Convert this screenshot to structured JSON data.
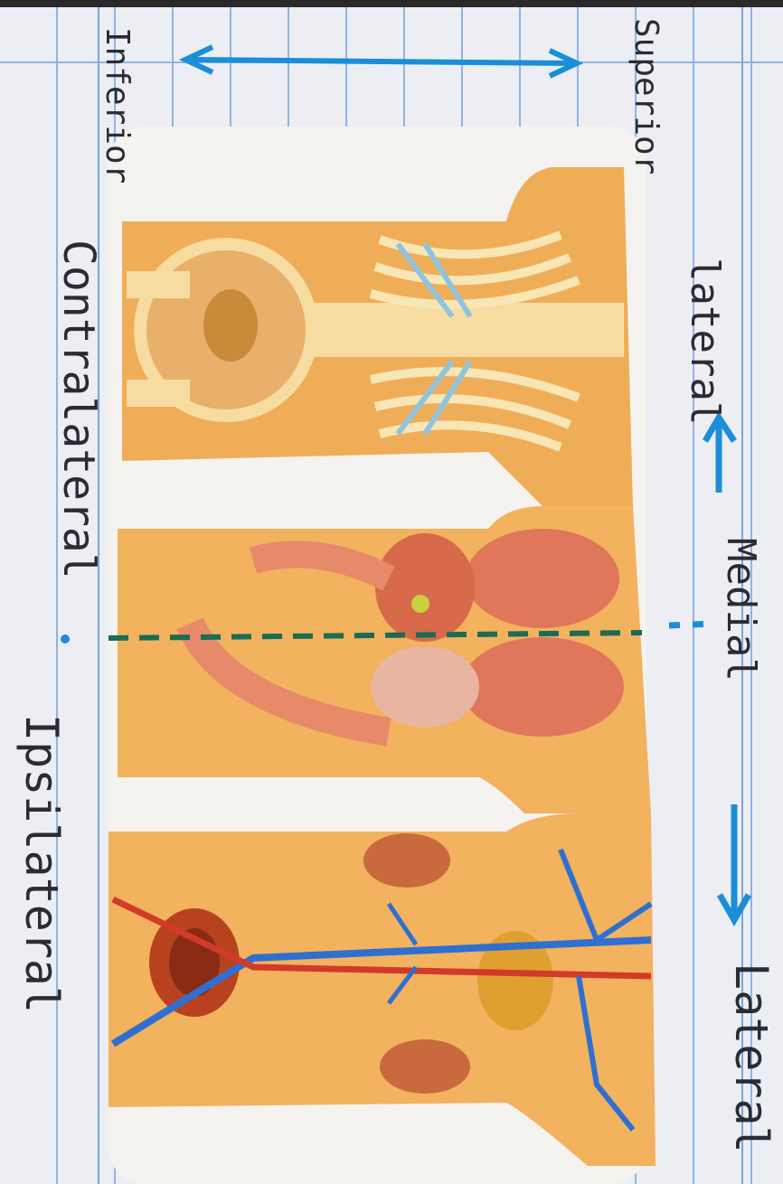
{
  "labels": {
    "superior": "Superior",
    "inferior": "Inferior",
    "lateral_top": "lateral",
    "medial": "Medial",
    "lateral_bottom": "Lateral",
    "contralateral": "Contralateral",
    "ipsilateral": "Ipsilateral"
  },
  "colors": {
    "arrow": "#1a8fd8",
    "skin": "#f2b25e",
    "bone": "#f5e1a8",
    "cartilage": "#8fc4e0",
    "organ": "#e07a4e",
    "vein": "#2f6fd0",
    "artery": "#d23a2a"
  },
  "panels": [
    "skeleton-panel",
    "organs-panel",
    "vessels-panel"
  ]
}
